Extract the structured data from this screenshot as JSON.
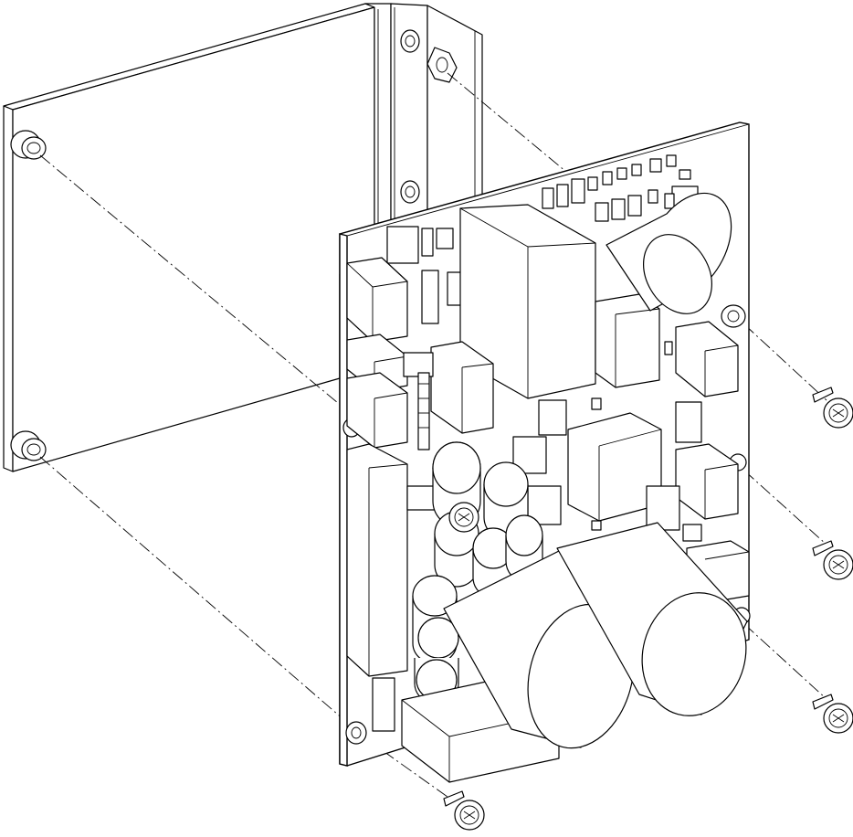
{
  "diagram": {
    "kind": "exploded-assembly-line-drawing",
    "parts": [
      {
        "id": "mounting-plate",
        "icon": "bracket-plate"
      },
      {
        "id": "standoff",
        "count": 2
      },
      {
        "id": "pcb-assembly",
        "icon": "circuit-board"
      },
      {
        "id": "mounting-screw",
        "count": 4
      },
      {
        "id": "capacitor",
        "icon": "cylinder"
      },
      {
        "id": "transformer",
        "icon": "box"
      }
    ],
    "line_color": "#000000",
    "background": "#ffffff"
  }
}
